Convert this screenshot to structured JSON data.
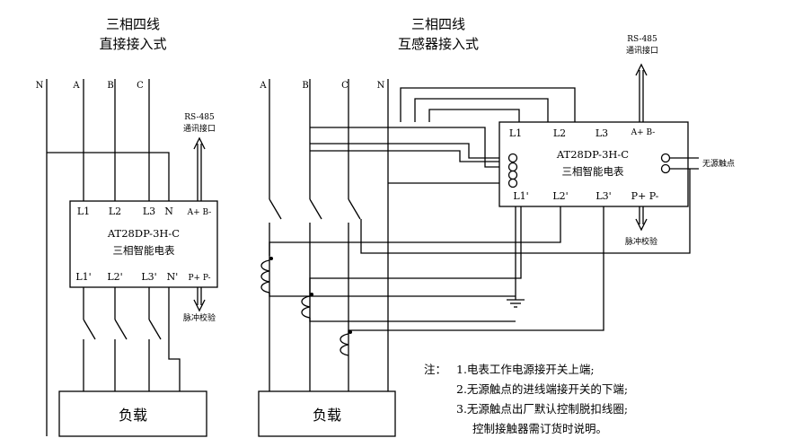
{
  "left_diagram": {
    "title_line1": "三相四线",
    "title_line2": "直接接入式",
    "phases": [
      "N",
      "A",
      "B",
      "C"
    ],
    "rs485_line1": "RS-485",
    "rs485_line2": "通讯接口",
    "meter": {
      "top_terminals": [
        "L1",
        "L2",
        "L3",
        "N",
        "A+ B-"
      ],
      "model": "AT28DP-3H-C",
      "name": "三相智能电表",
      "bottom_terminals": [
        "L1'",
        "L2'",
        "L3'",
        "N'",
        "P+ P-"
      ]
    },
    "pulse_label": "脉冲校验",
    "load_label": "负载"
  },
  "right_diagram": {
    "title_line1": "三相四线",
    "title_line2": "互感器接入式",
    "phases": [
      "A",
      "B",
      "C",
      "N"
    ],
    "rs485_line1": "RS-485",
    "rs485_line2": "通讯接口",
    "meter": {
      "top_terminals": [
        "L1",
        "L2",
        "L3",
        "A+ B-"
      ],
      "model": "AT28DP-3H-C",
      "name": "三相智能电表",
      "bottom_terminals": [
        "L1'",
        "L2'",
        "L3'",
        "P+ P-"
      ]
    },
    "dry_contact_label": "无源触点",
    "pulse_label": "脉冲校验",
    "load_label": "负载"
  },
  "notes": {
    "prefix": "注：",
    "items": [
      "1.电表工作电源接开关上端;",
      "2.无源触点的进线端接开关的下端;",
      "3.无源触点出厂默认控制脱扣线圈;",
      "控制接触器需订货时说明。"
    ]
  }
}
